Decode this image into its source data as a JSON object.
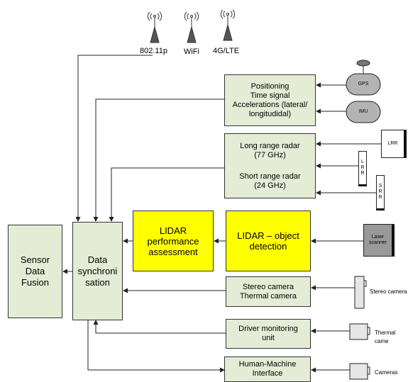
{
  "antennas": [
    {
      "label": "802.11p"
    },
    {
      "label": "WiFi"
    },
    {
      "label": "4G/LTE"
    }
  ],
  "nodes": {
    "sensor_fusion": "Sensor\nData\nFusion",
    "data_sync": "Data\nsynchroni\nsation",
    "lidar_assessment": "LIDAR\nperformance\nassessment",
    "lidar_detection": "LIDAR – object\ndetection",
    "positioning": "Positioning\nTime signal\nAccelerations (lateral/\nlongitudidal)",
    "radar_long": "Long range radar\n(77 GHz)",
    "radar_short": "Short range radar\n(24 GHz)",
    "stereo": "Stereo camera\nThermal camera",
    "driver_monitoring": "Driver monitoring\nunit",
    "hmi": "Human-Machine\nInterface"
  },
  "devices": {
    "gps": "GPS",
    "imu": "IMU",
    "lrr": "LRR",
    "lrr_vertical": "L\nR\nR",
    "srr_vertical": "S\nR\nR",
    "laser": "Laser\nscanner",
    "stereo_camera": "Stereo camera",
    "thermal_camera": "Thermal came",
    "cameras": "Cameras"
  },
  "colors": {
    "node_fill": "#e4ecd6",
    "highlight": "#ffff00",
    "device_fill": "#b3b3b3",
    "line": "#222222"
  }
}
